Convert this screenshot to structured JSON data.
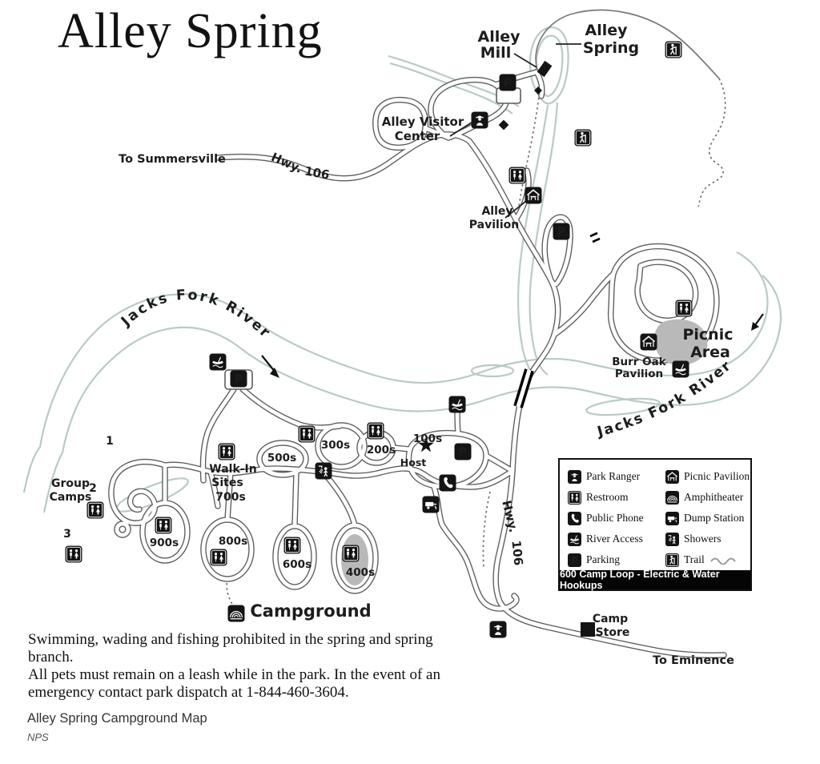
{
  "title": "Alley Spring",
  "map": {
    "labels": {
      "to_summersville": "To Summersville",
      "hwy_106_top_l1": "Hwy.",
      "hwy_106_top_l2": "106",
      "alley_mill_l1": "Alley",
      "alley_mill_l2": "Mill",
      "alley_spring_l1": "Alley",
      "alley_spring_l2": "Spring",
      "visitor_center_l1": "Alley Visitor",
      "visitor_center_l2": "Center",
      "alley_pavilion_l1": "Alley",
      "alley_pavilion_l2": "Pavilion",
      "jacks_fork_river_left": "Jacks Fork River",
      "jacks_fork_river_right": "Jacks Fork River",
      "picnic_area_l1": "Picnic",
      "picnic_area_l2": "Area",
      "burr_oak_l1": "Burr Oak",
      "burr_oak_l2": "Pavilion",
      "group_camps_l1": "Group",
      "group_camps_l2": "Camps",
      "group_camp_1": "1",
      "group_camp_2": "2",
      "group_camp_3": "3",
      "loop_100": "100s",
      "loop_200": "200s",
      "loop_300": "300s",
      "loop_400": "400s",
      "loop_500": "500s",
      "loop_600": "600s",
      "loop_700_l1": "Walk-In",
      "loop_700_l2": "Sites",
      "loop_700_l3": "700s",
      "loop_800": "800s",
      "loop_900": "900s",
      "host": "Host",
      "campground": "Campground",
      "camp_store_l1": "Camp",
      "camp_store_l2": "Store",
      "to_eminence": "To Eminence",
      "hwy_106_bottom_l1": "Hwy.",
      "hwy_106_bottom_l2": "106"
    }
  },
  "legend": {
    "left": [
      {
        "icon": "park-ranger-icon",
        "label": "Park Ranger"
      },
      {
        "icon": "restroom-icon",
        "label": "Restroom"
      },
      {
        "icon": "public-phone-icon",
        "label": "Public Phone"
      },
      {
        "icon": "river-access-icon",
        "label": "River Access"
      },
      {
        "icon": "parking-icon",
        "label": "Parking"
      }
    ],
    "right": [
      {
        "icon": "picnic-pavilion-icon",
        "label": "Picnic Pavilion"
      },
      {
        "icon": "amphitheater-icon",
        "label": "Amphitheater"
      },
      {
        "icon": "dump-station-icon",
        "label": "Dump Station"
      },
      {
        "icon": "showers-icon",
        "label": "Showers"
      },
      {
        "icon": "trail-icon",
        "label": "Trail"
      }
    ],
    "footer": "600 Camp Loop - Electric & Water Hookups"
  },
  "notes": {
    "line1": "Swimming, wading and fishing prohibited in the spring and spring branch.",
    "line2": "All pets must remain on a leash while in the park. In the event of an",
    "line3": "emergency contact park dispatch at 1-844-460-3604."
  },
  "caption": {
    "title": "Alley Spring Campground Map",
    "source": "NPS"
  },
  "colors": {
    "road": "#5c5c5c",
    "river": "#b9cbc3",
    "shade": "#b9b9b9",
    "icon_bg": "#141414",
    "ink": "#1c1c1c"
  }
}
